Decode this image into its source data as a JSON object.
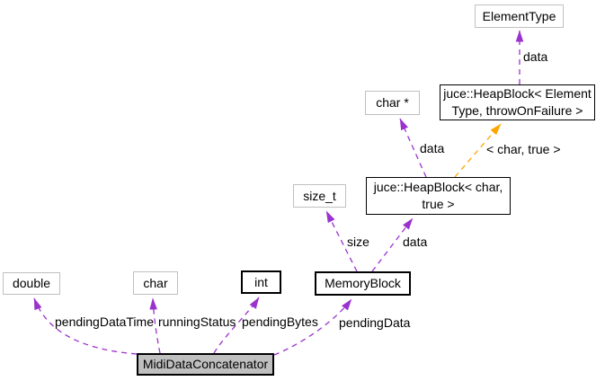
{
  "nodes": {
    "element_type": {
      "label": "ElementType"
    },
    "heapblock_element": {
      "lines": [
        "juce::HeapBlock< Element",
        "Type, throwOnFailure >"
      ]
    },
    "char_ptr": {
      "label": "char *"
    },
    "heapblock_char": {
      "lines": [
        "juce::HeapBlock< char,",
        "true >"
      ]
    },
    "size_t": {
      "label": "size_t"
    },
    "memory_block": {
      "label": "MemoryBlock"
    },
    "double": {
      "label": "double"
    },
    "char": {
      "label": "char"
    },
    "int": {
      "label": "int"
    },
    "midi_data_concatenator": {
      "label": "MidiDataConcatenator"
    }
  },
  "edges": {
    "heapblock_element_to_element_type": {
      "label": "data",
      "type": "usage"
    },
    "heapblock_char_to_char_ptr": {
      "label": "data",
      "type": "usage"
    },
    "heapblock_char_to_heapblock_element": {
      "label": "< char, true >",
      "type": "template-instance"
    },
    "memory_block_to_size_t": {
      "label": "size",
      "type": "usage"
    },
    "memory_block_to_heapblock_char": {
      "label": "data",
      "type": "usage"
    },
    "midi_to_double": {
      "label": "pendingDataTime",
      "type": "usage"
    },
    "midi_to_char": {
      "label": "runningStatus",
      "type": "usage"
    },
    "midi_to_int": {
      "label": "pendingBytes",
      "type": "usage"
    },
    "midi_to_memory_block": {
      "label": "pendingData",
      "type": "usage"
    }
  },
  "colors": {
    "usage_arrow": "#9a32cd",
    "template_arrow": "#ffa500",
    "node_border_linked": "#000000",
    "node_border_plain": "#c0c0c0",
    "focus_node_fill": "#bfbfbf",
    "background": "#ffffff",
    "text_color": "#000000"
  }
}
